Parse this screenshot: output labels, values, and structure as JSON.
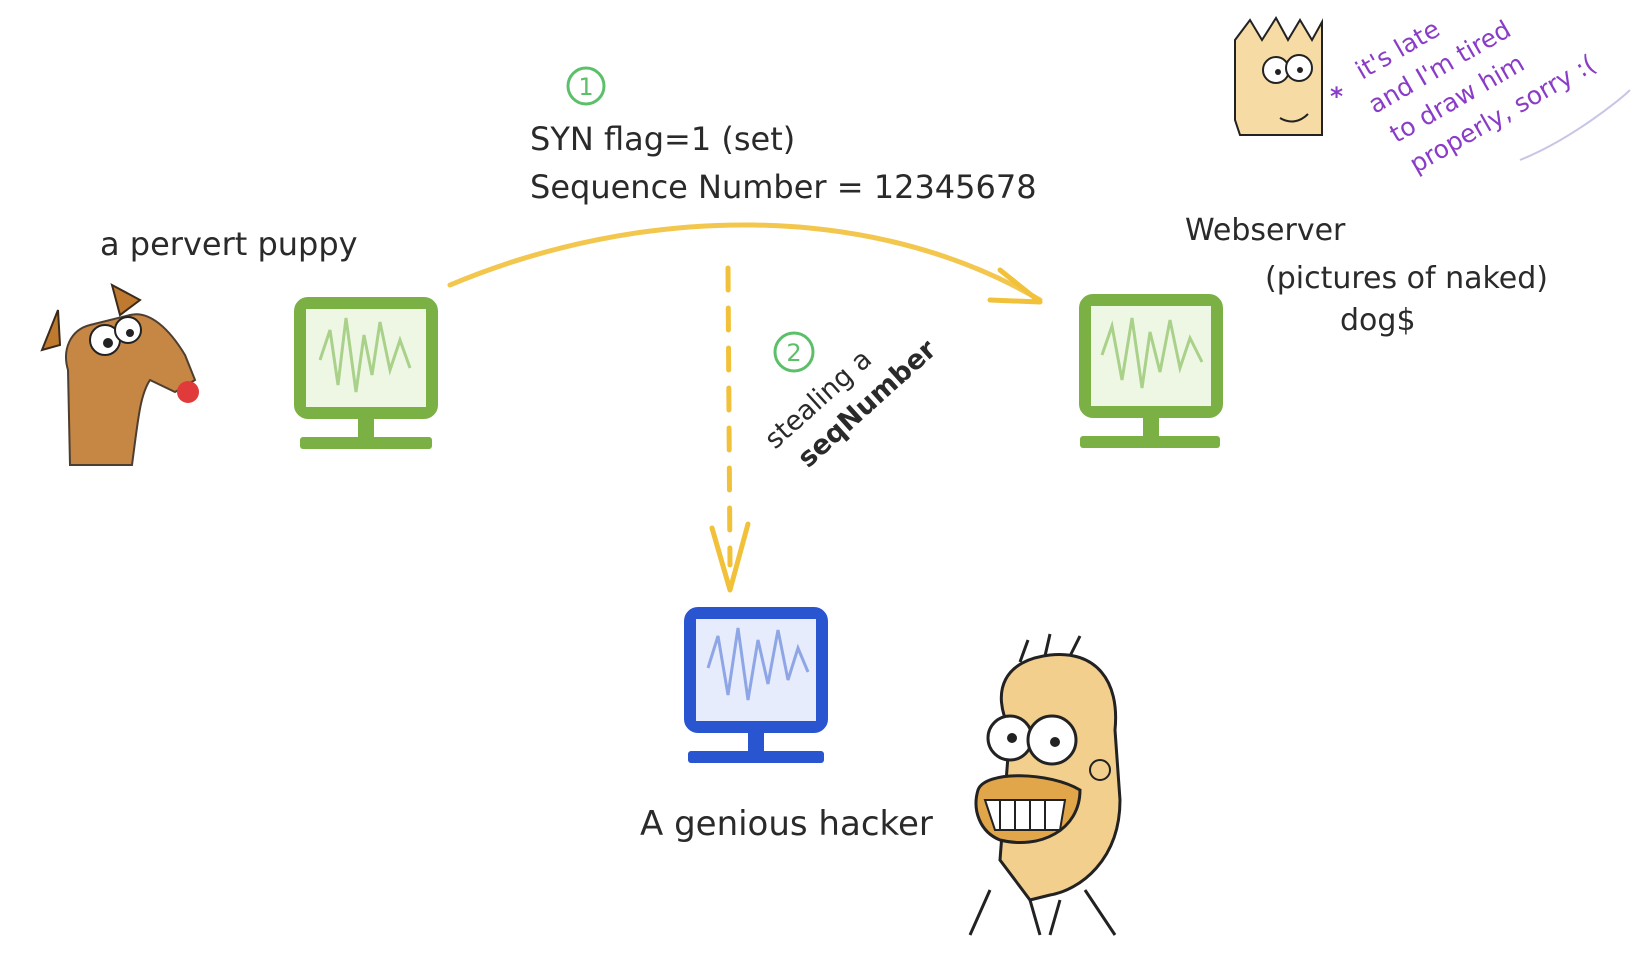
{
  "nodes": {
    "puppy": {
      "label": "a pervert puppy",
      "color": "#7bb045"
    },
    "webserver": {
      "label": "Webserver",
      "sublabel_1": "(pictures of naked)",
      "sublabel_2": "dog$",
      "color": "#7bb045"
    },
    "hacker": {
      "label": "A genious hacker",
      "color": "#2a55d0"
    }
  },
  "steps": {
    "step1": {
      "number": "1",
      "line1": "SYN flag=1 (set)",
      "line2": "Sequence Number = 12345678"
    },
    "step2": {
      "number": "2",
      "line1": "stealing a",
      "line2": "seqNumber"
    }
  },
  "side_note": {
    "asterisk": "*",
    "lines": [
      "it's late",
      "and I'm tired",
      "to draw him",
      "properly, sorry :("
    ]
  },
  "colors": {
    "arrow": "#f2c13a",
    "step_number": "#5cc06a",
    "note": "#8a3cc8",
    "dog": "#c07a30",
    "dog_nose": "#e03a3a",
    "skin": "#f3cf8e"
  }
}
